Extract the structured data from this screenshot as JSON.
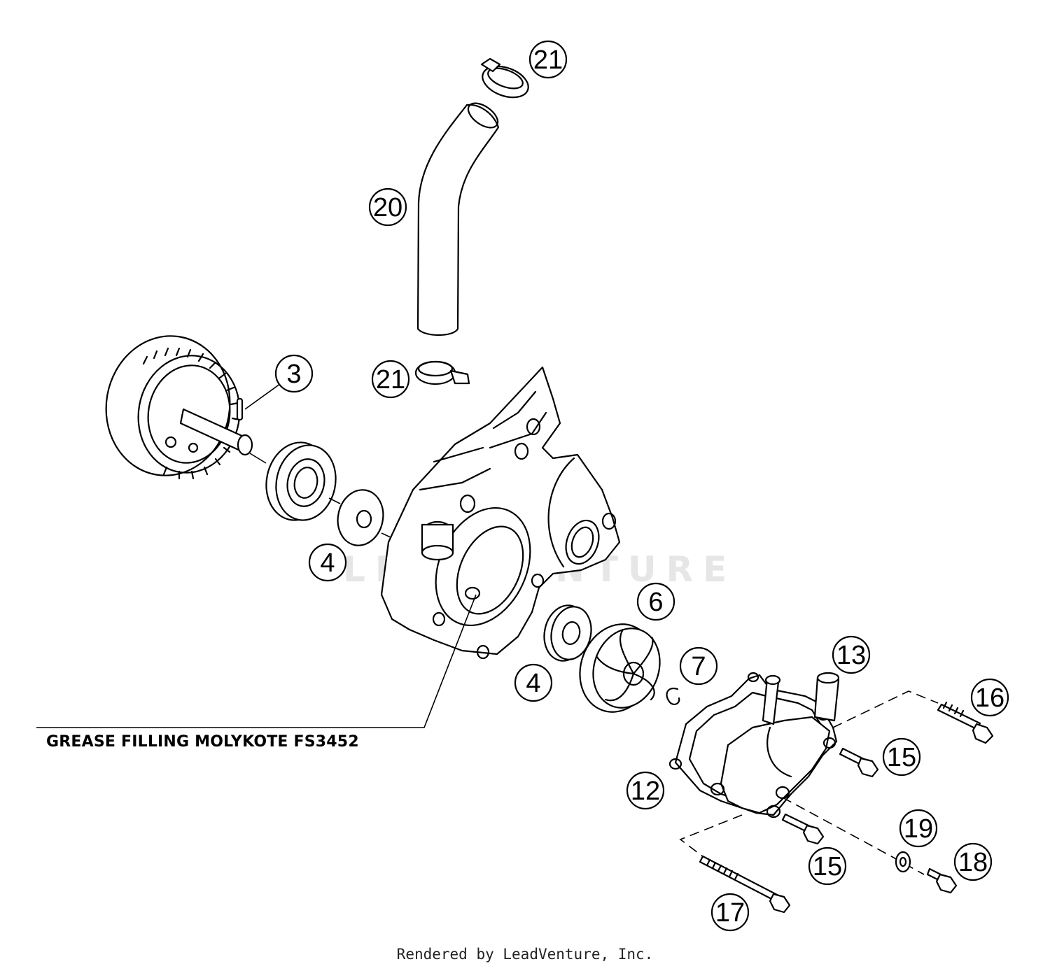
{
  "callouts": [
    {
      "id": "21a",
      "label": "21"
    },
    {
      "id": "20",
      "label": "20"
    },
    {
      "id": "21b",
      "label": "21"
    },
    {
      "id": "3",
      "label": "3"
    },
    {
      "id": "4a",
      "label": "4"
    },
    {
      "id": "6",
      "label": "6"
    },
    {
      "id": "7",
      "label": "7"
    },
    {
      "id": "4b",
      "label": "4"
    },
    {
      "id": "13",
      "label": "13"
    },
    {
      "id": "16",
      "label": "16"
    },
    {
      "id": "15a",
      "label": "15"
    },
    {
      "id": "12",
      "label": "12"
    },
    {
      "id": "19",
      "label": "19"
    },
    {
      "id": "18",
      "label": "18"
    },
    {
      "id": "15b",
      "label": "15"
    },
    {
      "id": "17",
      "label": "17"
    }
  ],
  "note": "GREASE FILLING MOLYKOTE FS3452",
  "watermark": "LEADVENTURE",
  "footer": "Rendered by LeadVenture, Inc."
}
